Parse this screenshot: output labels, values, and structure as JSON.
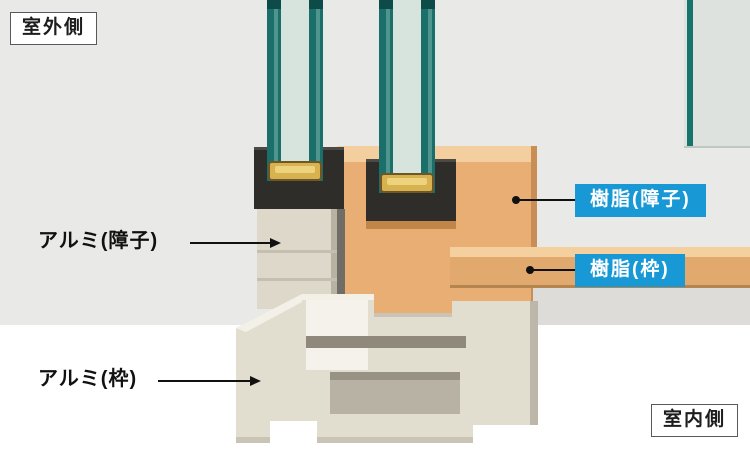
{
  "labels": {
    "outdoor_side": "室外側",
    "indoor_side": "室内側",
    "aluminum_sash": "アルミ(障子)",
    "aluminum_frame": "アルミ(枠)",
    "resin_sash": "樹脂(障子)",
    "resin_frame": "樹脂(枠)"
  },
  "colors": {
    "callout_blue": "#1899d6",
    "glass_teal": "#1b6f6a",
    "spacer_gold": "#d9b250",
    "resin_tan": "#e9ae74",
    "resin_tan_top": "#f3cfa0",
    "aluminum_beige": "#e2decf",
    "background_gray": "#e9e9e7"
  }
}
